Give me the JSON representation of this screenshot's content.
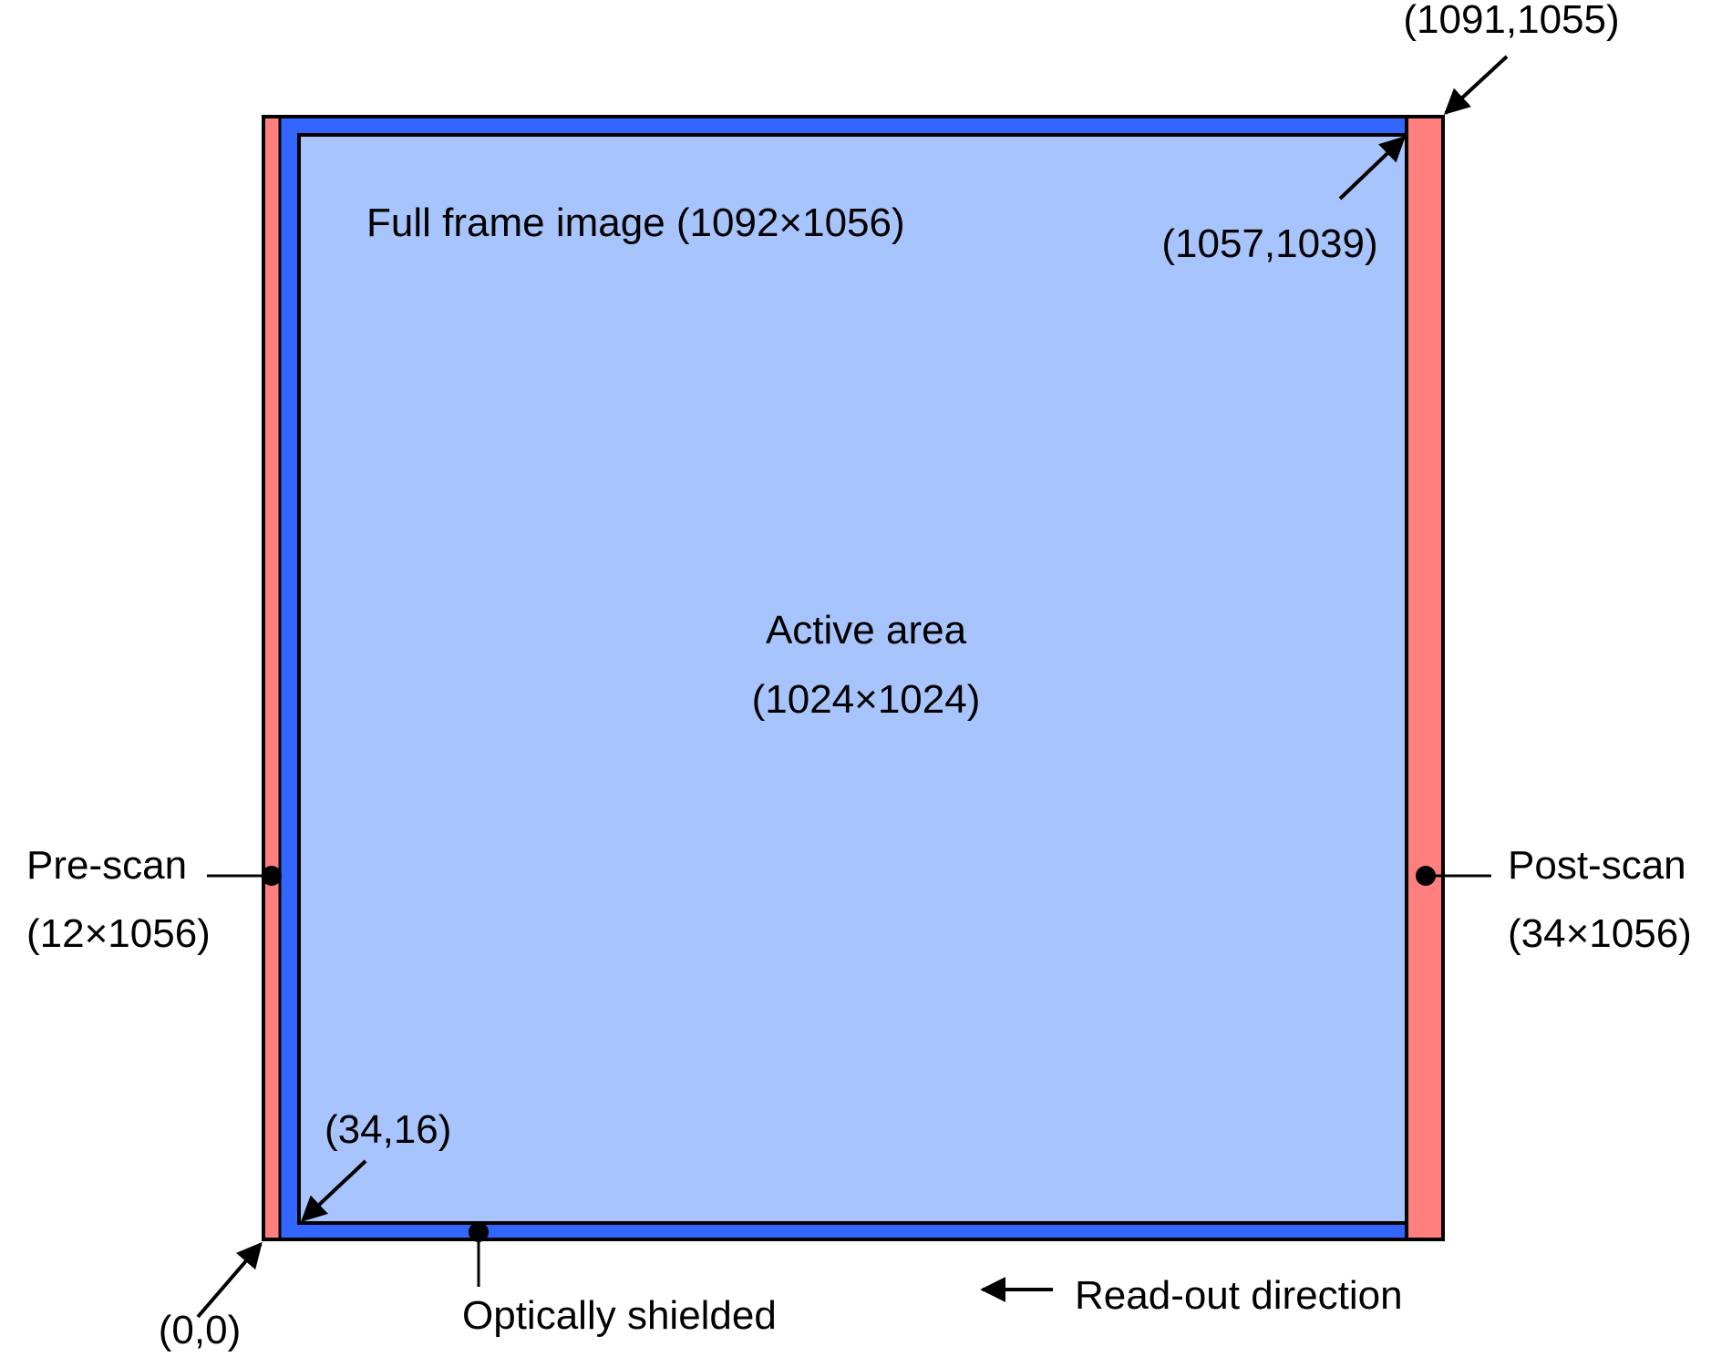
{
  "colors": {
    "prescan": "#ff7f7f",
    "postscan": "#ff7f7f",
    "shielded": "#3366ff",
    "active": "#a8c4fc",
    "outline": "#000000"
  },
  "labels": {
    "full_frame": "Full frame image (1092×1056)",
    "active_title": "Active area",
    "active_size": "(1024×1024)",
    "prescan_title": "Pre-scan",
    "prescan_size": "(12×1056)",
    "postscan_title": "Post-scan",
    "postscan_size": "(34×1056)",
    "optically_shielded": "Optically shielded",
    "readout": "Read-out direction",
    "coord_origin": "(0,0)",
    "coord_active_start": "(34,16)",
    "coord_active_end": "(1057,1039)",
    "coord_frame_end": "(1091,1055)"
  }
}
